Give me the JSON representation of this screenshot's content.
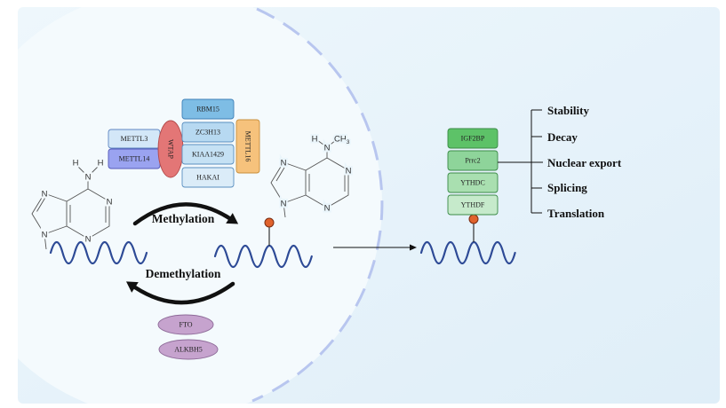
{
  "figure": {
    "colors": {
      "panel_left": "#eef7fc",
      "panel_right": "#dfeef8",
      "circle_region": "#f4fafd",
      "dashed_arc": "#b8c6ef",
      "rna": "#2d4a96",
      "m6a_mark": "#e0622c",
      "m6a_mark_outline": "#7a2c12",
      "arrows": "#111111"
    },
    "adenine": {
      "nitrogen": "N",
      "hydrogen": "H"
    },
    "m6a": {
      "nitrogen": "N",
      "hydrogen": "H",
      "methyl": "CH",
      "methyl_subscript": "3"
    },
    "processes": {
      "methylation": "Methylation",
      "demethylation": "Demethylation"
    },
    "writers": [
      {
        "name": "METTL3",
        "fill": "#d3e7f8",
        "stroke": "#5f86c2"
      },
      {
        "name": "METTL14",
        "fill": "#9aa3f0",
        "stroke": "#5458b8"
      },
      {
        "name": "WTAP",
        "fill": "#e37676",
        "stroke": "#b24848"
      },
      {
        "name": "RBM15",
        "fill": "#7ebde5",
        "stroke": "#3f80b8"
      },
      {
        "name": "ZC3H13",
        "fill": "#b7d9f1",
        "stroke": "#5a8fc0"
      },
      {
        "name": "KIAA1429",
        "fill": "#c5e1f4",
        "stroke": "#5a8fc0"
      },
      {
        "name": "HAKAI",
        "fill": "#dbecf8",
        "stroke": "#5a8fc0"
      },
      {
        "name": "METTL16",
        "fill": "#f6c27c",
        "stroke": "#c88f3c"
      }
    ],
    "erasers": [
      {
        "name": "FTO",
        "fill": "#c6a3ce",
        "stroke": "#8d6a98"
      },
      {
        "name": "ALKBH5",
        "fill": "#c6a3ce",
        "stroke": "#8d6a98"
      }
    ],
    "readers": [
      {
        "name": "IGF2BP",
        "fill": "#5dc268",
        "stroke": "#3a8a46"
      },
      {
        "name": "Prrc2",
        "fill": "#8ed49a",
        "stroke": "#3a8a46"
      },
      {
        "name": "YTHDC",
        "fill": "#a9dfb0",
        "stroke": "#3a8a46"
      },
      {
        "name": "YTHDF",
        "fill": "#c6eacb",
        "stroke": "#3a8a46"
      }
    ],
    "outcomes": [
      "Stability",
      "Decay",
      "Nuclear export",
      "Splicing",
      "Translation"
    ]
  }
}
